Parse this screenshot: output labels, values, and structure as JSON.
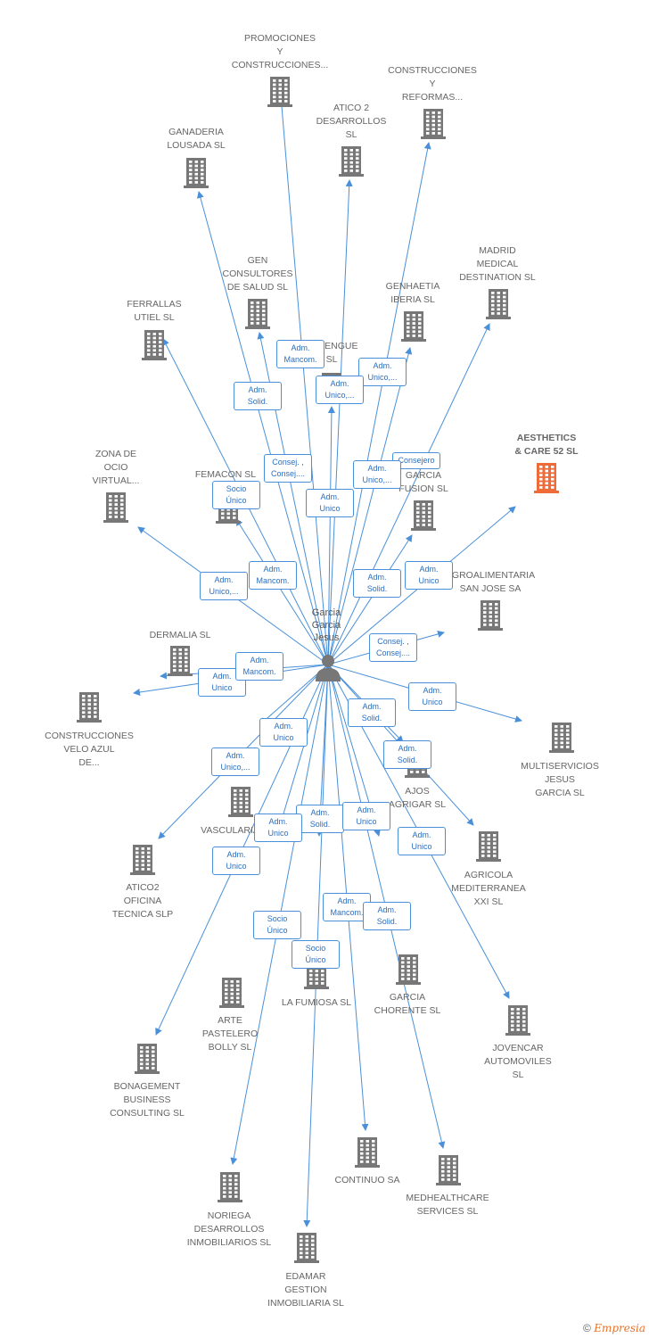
{
  "center": {
    "name": "Garcia\nGarcia\nJesus"
  },
  "colors": {
    "edge": "#4a90d9",
    "building": "#777777",
    "highlight": "#ee6c3a"
  },
  "nodes": [
    {
      "id": "promociones",
      "label": "PROMOCIONES\nY\nCONSTRUCCIONES..."
    },
    {
      "id": "construcciones-reformas",
      "label": "CONSTRUCCIONES\nY\nREFORMAS..."
    },
    {
      "id": "atico2-desarrollos",
      "label": "ATICO 2\nDESARROLLOS\nSL"
    },
    {
      "id": "ganaderia",
      "label": "GANADERIA\nLOUSADA  SL"
    },
    {
      "id": "madrid-medical",
      "label": "MADRID\nMEDICAL\nDESTINATION SL"
    },
    {
      "id": "gen-consultores",
      "label": "GEN\nCONSULTORES\nDE SALUD SL"
    },
    {
      "id": "genhaetia",
      "label": "GENHAETIA\nIBERIA  SL"
    },
    {
      "id": "ferrallas",
      "label": "FERRALLAS\nUTIEL  SL"
    },
    {
      "id": "berengue",
      "label": "BERENGUE\nSL"
    },
    {
      "id": "aesthetics",
      "label": "AESTHETICS\n& CARE 52  SL",
      "highlight": true
    },
    {
      "id": "zona-ocio",
      "label": "ZONA DE\nOCIO\nVIRTUAL..."
    },
    {
      "id": "femacon",
      "label": "FEMACON SL"
    },
    {
      "id": "garcia-fusion",
      "label": "GARCIA\nFUSION SL"
    },
    {
      "id": "agroalimentaria",
      "label": "AGROALIMENTARIA\nSAN JOSE SA"
    },
    {
      "id": "dermalia",
      "label": "DERMALIA SL"
    },
    {
      "id": "construcciones-velo",
      "label": "CONSTRUCCIONES\nVELO AZUL\nDE..."
    },
    {
      "id": "multiservicios",
      "label": "MULTISERVICIOS\nJESUS\nGARCIA  SL"
    },
    {
      "id": "ajos",
      "label": "AJOS\nAGRIGAR  SL"
    },
    {
      "id": "vascularia",
      "label": "VASCULARIA"
    },
    {
      "id": "agricola",
      "label": "AGRICOLA\nMEDITERRANEA\nXXI  SL"
    },
    {
      "id": "atico2-oficina",
      "label": "ATICO2\nOFICINA\nTECNICA  SLP"
    },
    {
      "id": "la-fumiosa",
      "label": "LA FUMIOSA  SL"
    },
    {
      "id": "garcia-chorente",
      "label": "GARCIA\nCHORENTE SL"
    },
    {
      "id": "arte-pastelero",
      "label": "ARTE\nPASTELERO\nBOLLY SL"
    },
    {
      "id": "jovencar",
      "label": "JOVENCAR\nAUTOMOVILES\nSL"
    },
    {
      "id": "bonagement",
      "label": "BONAGEMENT\nBUSINESS\nCONSULTING SL"
    },
    {
      "id": "continuo",
      "label": "CONTINUO SA"
    },
    {
      "id": "medhealthcare",
      "label": "MEDHEALTHCARE\nSERVICES  SL"
    },
    {
      "id": "noriega",
      "label": "NORIEGA\nDESARROLLOS\nINMOBILIARIOS SL"
    },
    {
      "id": "edamar",
      "label": "EDAMAR\nGESTION\nINMOBILIARIA SL"
    }
  ],
  "edges": [
    {
      "target": "promociones",
      "label": "Adm.\nMancom."
    },
    {
      "target": "construcciones-reformas",
      "label": "Adm.\nUnico,..."
    },
    {
      "target": "atico2-desarrollos",
      "label": "Adm.\nUnico,..."
    },
    {
      "target": "ganaderia",
      "label": "Adm.\nSolid."
    },
    {
      "target": "madrid-medical",
      "label": "Consejero"
    },
    {
      "target": "gen-consultores",
      "label": "Consej. ,\nConsej...."
    },
    {
      "target": "genhaetia",
      "label": "Adm.\nUnico,..."
    },
    {
      "target": "ferrallas",
      "label": "Socio\nÚnico"
    },
    {
      "target": "berengue",
      "label": "Adm.\nUnico"
    },
    {
      "target": "aesthetics",
      "label": "Adm.\nUnico"
    },
    {
      "target": "zona-ocio",
      "label": "Adm.\nUnico,..."
    },
    {
      "target": "femacon",
      "label": "Adm.\nMancom."
    },
    {
      "target": "garcia-fusion",
      "label": "Adm.\nSolid."
    },
    {
      "target": "agroalimentaria",
      "label": "Consej. ,\nConsej...."
    },
    {
      "target": "dermalia",
      "label": "Adm.\nUnico"
    },
    {
      "target": "construcciones-velo",
      "label": "Adm.\nMancom."
    },
    {
      "target": "multiservicios",
      "label": "Adm.\nUnico"
    },
    {
      "target": "ajos",
      "label": "Adm.\nSolid."
    },
    {
      "target": "vascularia",
      "label": "Adm.\nUnico"
    },
    {
      "target": "agricola",
      "label": "Adm.\nSolid."
    },
    {
      "target": "atico2-oficina",
      "label": "Adm.\nUnico,..."
    },
    {
      "target": "la-fumiosa",
      "label": "Adm.\nSolid."
    },
    {
      "target": "garcia-chorente",
      "label": "Adm.\nUnico"
    },
    {
      "target": "arte-pastelero",
      "label": "Adm.\nUnico"
    },
    {
      "target": "jovencar",
      "label": "Adm.\nUnico"
    },
    {
      "target": "bonagement",
      "label": "Adm.\nUnico"
    },
    {
      "target": "continuo",
      "label": "Adm.\nMancom."
    },
    {
      "target": "medhealthcare",
      "label": "Adm.\nSolid."
    },
    {
      "target": "noriega",
      "label": "Socio\nÚnico"
    },
    {
      "target": "edamar",
      "label": "Socio\nÚnico"
    }
  ],
  "footer": {
    "copyright": "©",
    "brand": "Empresia"
  }
}
